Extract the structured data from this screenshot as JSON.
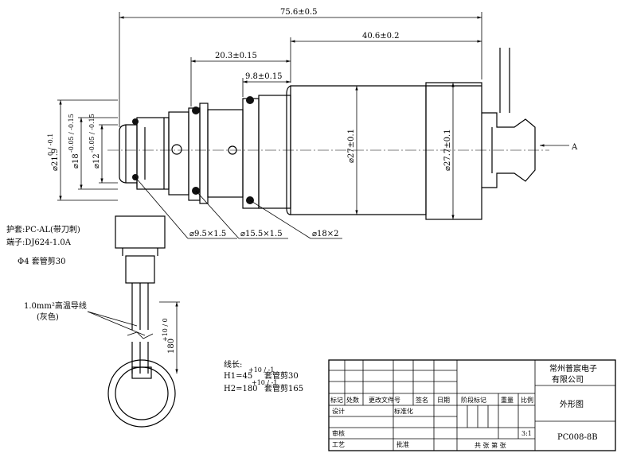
{
  "dimensions": {
    "overall": "75.6±0.5",
    "body_length": "40.6±0.2",
    "mid_length": "20.3±0.15",
    "step_length": "9.8±0.15",
    "d_outer": "⌀21.9",
    "d_outer_tol": "0 / -0.1",
    "d18": "⌀18",
    "d18_tol": "-0.05 / -0.15",
    "d12": "⌀12",
    "d12_tol": "-0.05 / -0.15",
    "d27": "⌀27±0.1",
    "d27_7": "⌀27.7±0.1",
    "oring_1": "⌀9.5×1.5",
    "oring_2": "⌀15.5×1.5",
    "oring_3": "⌀18×2",
    "view_arrow": "A",
    "wire_length": "180",
    "wire_tol": "+10 / 0"
  },
  "notes": {
    "sheath": "护套:PC-AL(带刀刺)",
    "terminal": "端子:DJ624-1.0A",
    "tube": "Φ4 套管剪30",
    "wire": "1.0mm²高温导线",
    "wire_color": "(灰色)",
    "length_title": "线长:",
    "h1": "H1=45",
    "h1_tol": "+10 / -1",
    "h1_tail": "套管剪30",
    "h2": "H2=180",
    "h2_tol": "+10 / -1",
    "h2_tail": "套管剪165"
  },
  "title_block": {
    "company_line1": "常州普宸电子",
    "company_line2": "有限公司",
    "drawing_title": "外形图",
    "drawing_no": "PC008-8B",
    "scale": "3:1",
    "headers": {
      "mark": "标记",
      "count": "处数",
      "change_doc": "更改文件号",
      "sign": "签名",
      "date": "日期",
      "design": "设计",
      "standardize": "标准化",
      "stage_mark": "阶段标记",
      "weight": "重量",
      "ratio": "比例",
      "review": "审核",
      "process": "工艺",
      "approve": "批准",
      "sheets": "共 张 第 张"
    }
  }
}
